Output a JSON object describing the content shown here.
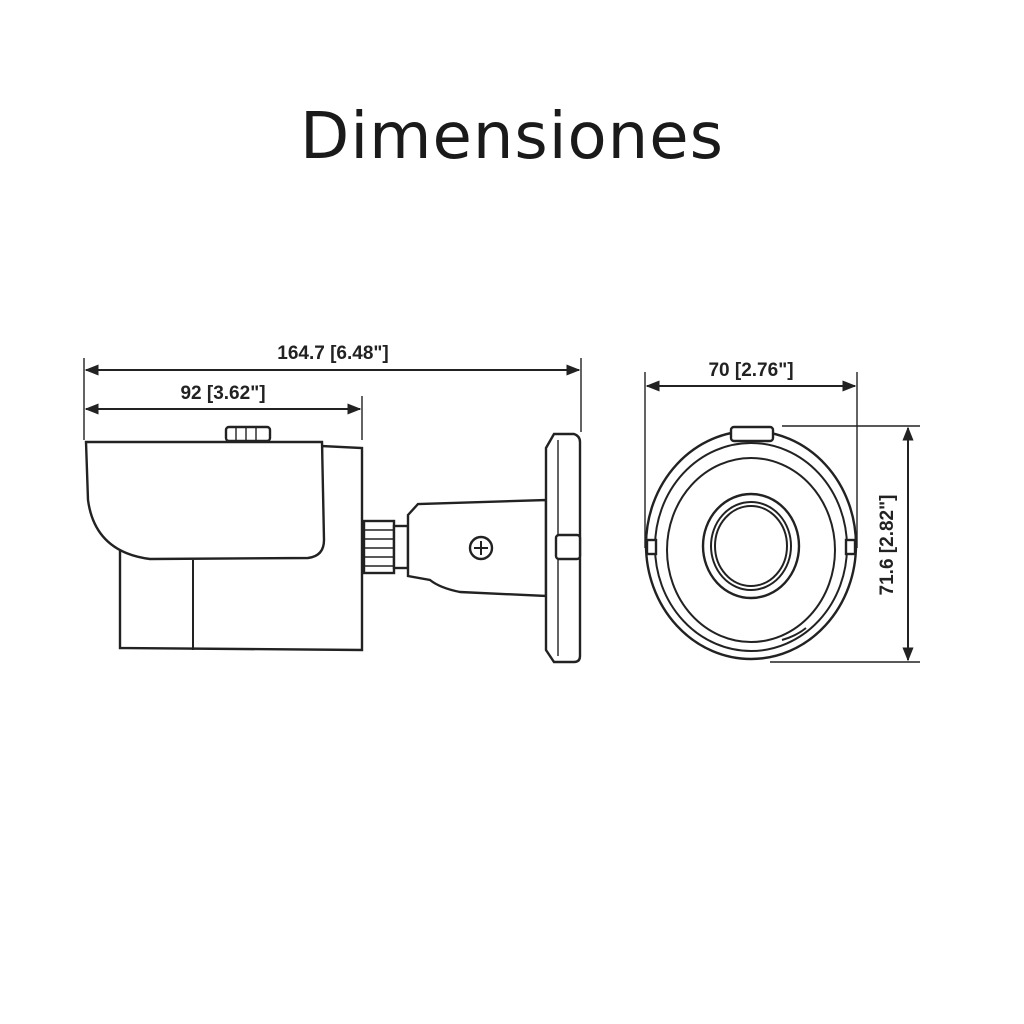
{
  "title": "Dimensiones",
  "dimensions": {
    "overall_length": "164.7 [6.48\"]",
    "body_length": "92 [3.62\"]",
    "front_width": "70 [2.76\"]",
    "front_height": "71.6 [2.82\"]"
  }
}
